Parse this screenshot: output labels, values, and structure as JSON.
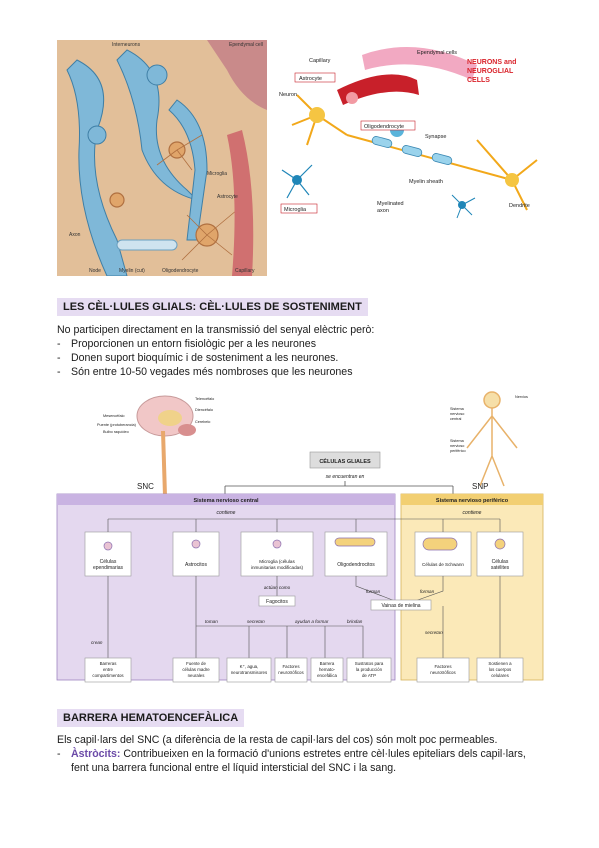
{
  "fig_left": {
    "labels": [
      "Interneurons",
      "Ependymal cell",
      "Microglia",
      "Astrocyte",
      "Axon",
      "Node",
      "Myelin (cut)",
      "Oligodendrocyte",
      "Capillary"
    ]
  },
  "fig_right": {
    "title_line1": "NEURONS and",
    "title_line2": "NEUROGLIAL",
    "title_line3": "CELLS",
    "labels": {
      "capillary": "Capillary",
      "ependymal": "Ependymal cells",
      "astrocyte": "Astrocyte",
      "neuron": "Neuron",
      "oligodendrocyte": "Oligodendrocyte",
      "synapse": "Synapse",
      "myelin": "Myelin sheath",
      "microglia": "Microglia",
      "myelinated1": "Myelinated",
      "myelinated2": "axon",
      "dendrite": "Dendrite"
    }
  },
  "section1": {
    "heading": "LES CÈL·LULES GLIALS: CÈL·LULES DE SOSTENIMENT",
    "intro": "No participen directament en la transmissió del senyal elèctric però:",
    "bullets": [
      "Proporcionen un entorn fisiològic per a les neurones",
      "Donen suport bioquímic i de sosteniment a les neurones.",
      "Són entre 10-50 vegades més nombroses que les neurones"
    ]
  },
  "diagram": {
    "snc": "SNC",
    "snp": "SNP",
    "brain_labels": [
      "Telencéfalo",
      "Diencéfalo",
      "Cerebelo",
      "Mesencéfalo",
      "Puente (protuberancia)",
      "Bulbo raquídeo"
    ],
    "body_labels": [
      "Sistema",
      "nervioso",
      "central",
      "Sistema",
      "nervioso",
      "periférico",
      "Nervios"
    ],
    "root": "CÉLULAS GLIALES",
    "root_sub": "se encuentran en",
    "central": "Sistema nervioso central",
    "peripheral": "Sistema nervioso periférico",
    "contiene": "contiene",
    "cells": {
      "ependimarias1": "Células",
      "ependimarias2": "ependimarias",
      "astrocitos": "Astrocitos",
      "microglia1": "Microglia (células",
      "microglia2": "inmunitarias modificadas)",
      "oligo": "Oligodendrocitos",
      "schwann": "Células de Schwann",
      "satelites1": "Células",
      "satelites2": "satélites"
    },
    "actuan": "actúan como",
    "fagocitos": "Fagocitos",
    "forman": "forman",
    "vainas": "Vainas de mielina",
    "verbs": {
      "crean": "crean",
      "toman": "toman",
      "secretan": "secretan",
      "ayudan": "ayudan a formar",
      "brindan": "brindan"
    },
    "outcomes": {
      "barreras": [
        "Barreras",
        "entre",
        "compartimentos"
      ],
      "fuente": [
        "Fuente de",
        "células madre",
        "neurales"
      ],
      "k": [
        "K⁺, agua,",
        "neurotransmisores"
      ],
      "factores": [
        "Factores",
        "neurotróficos"
      ],
      "barrera": [
        "Barrera",
        "hemato-",
        "encefálica"
      ],
      "sustratos": [
        "Sustratos para",
        "la producción",
        "de ATP"
      ],
      "factores2": [
        "Factores",
        "neurotróficos"
      ],
      "sostienen": [
        "Sostienen a",
        "los cuerpos",
        "celulares"
      ]
    }
  },
  "section2": {
    "heading": "BARRERA HEMATOENCEFÀLICA",
    "intro": "Els capil·lars del SNC (a diferència de la resta de capil·lars del cos) són molt poc permeables.",
    "bullet_term": "Àstròcits:",
    "bullet_text": " Contribueixen en la formació d'unions estretes entre cèl·lules epiteliars dels capil·lars,",
    "bullet_cont": "fent una barrera funcional entre el líquid intersticial del SNC i la sang."
  },
  "colors": {
    "heading_bg": "#e6dcf2",
    "central_bg": "#e4d8ef",
    "peripheral_bg": "#fbe9b8",
    "accent": "#6b4aa8"
  }
}
